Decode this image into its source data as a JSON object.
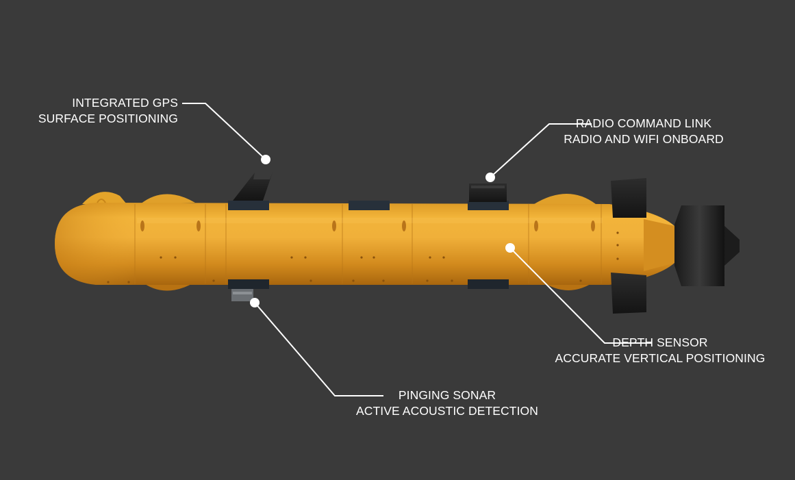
{
  "colors": {
    "background": "#3a3a3a",
    "hull": "#e4a42a",
    "hull_shadow": "#a8660e",
    "equipment": "#232323",
    "leader": "#ffffff"
  },
  "callouts": [
    {
      "id": "gps",
      "title": "INTEGRATED GPS",
      "subtitle": "SURFACE POSITIONING",
      "icon": "gps-fin-icon"
    },
    {
      "id": "radio",
      "title": "RADIO COMMAND LINK",
      "subtitle": "RADIO AND WIFI ONBOARD",
      "icon": "radio-housing-icon"
    },
    {
      "id": "depth",
      "title": "DEPTH SENSOR",
      "subtitle": "ACCURATE VERTICAL POSITIONING",
      "icon": "depth-sensor-icon"
    },
    {
      "id": "sonar",
      "title": "PINGING SONAR",
      "subtitle": "ACTIVE ACOUSTIC DETECTION",
      "icon": "sonar-transducer-icon"
    }
  ]
}
